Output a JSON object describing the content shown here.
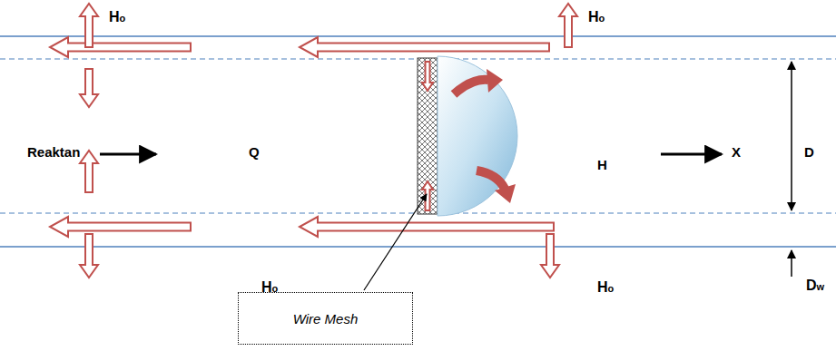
{
  "diagram": {
    "nodes": [
      {
        "text": [
          "Wire Mesh"
        ]
      }
    ],
    "labels": [
      "Ho",
      "Ho",
      "Reaktan",
      "Q",
      "H",
      "X",
      "D",
      "Ho",
      "Ho",
      "Dw"
    ]
  }
}
